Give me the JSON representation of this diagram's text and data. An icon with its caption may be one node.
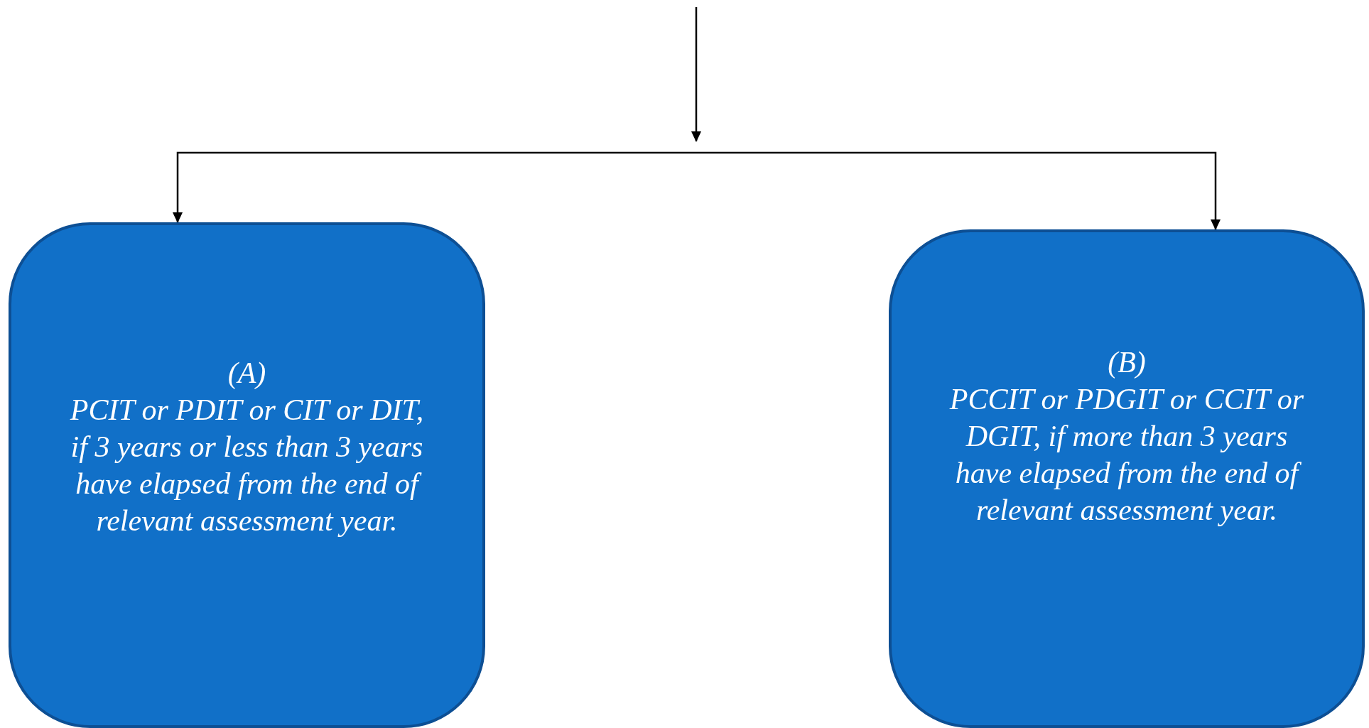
{
  "diagram": {
    "nodes": [
      {
        "text": [
          "(A)",
          "PCIT or PDIT or CIT or DIT, if 3 years or less than 3 years have elapsed from the end of relevant assessment year."
        ]
      },
      {
        "text": [
          "(B)",
          "PCCIT or PDGIT or CCIT or DGIT, if more than 3 years have elapsed from the end of relevant assessment year."
        ]
      }
    ],
    "edges": [
      {
        "from": null,
        "to": 0,
        "arrow": "to"
      },
      {
        "from": null,
        "to": 1,
        "arrow": "to"
      }
    ]
  }
}
